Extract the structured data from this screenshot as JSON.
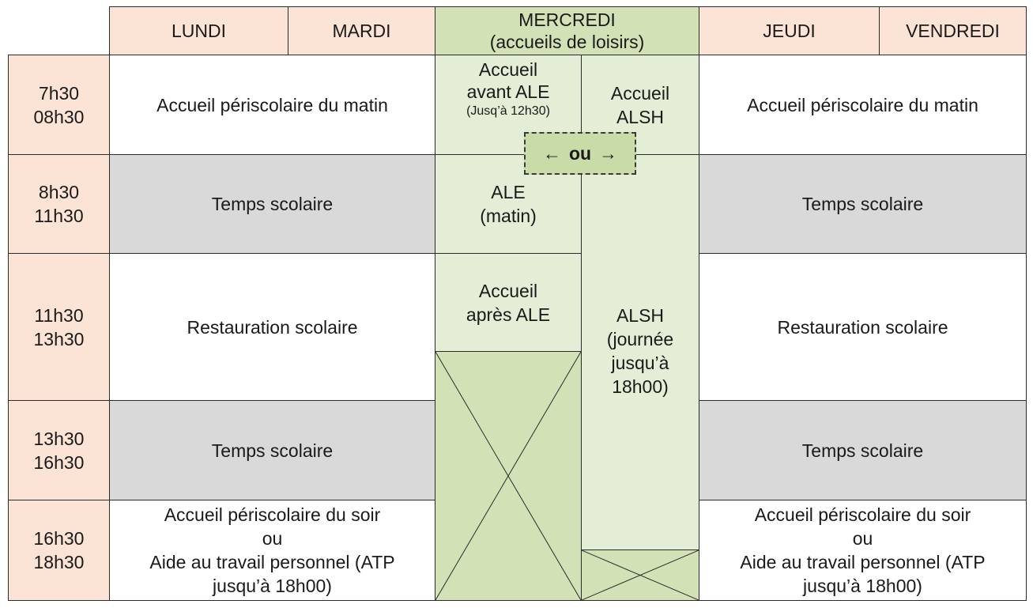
{
  "headers": {
    "lundi": "LUNDI",
    "mardi": "MARDI",
    "mercredi": "MERCREDI",
    "mercredi_sub": "(accueils de loisirs)",
    "jeudi": "JEUDI",
    "vendredi": "VENDREDI"
  },
  "times": [
    {
      "start": "7h30",
      "end": "08h30"
    },
    {
      "start": "8h30",
      "end": "11h30"
    },
    {
      "start": "11h30",
      "end": "13h30"
    },
    {
      "start": "13h30",
      "end": "16h30"
    },
    {
      "start": "16h30",
      "end": "18h30"
    }
  ],
  "left": {
    "row1": "Accueil périscolaire du matin",
    "row2": "Temps scolaire",
    "row3": "Restauration scolaire",
    "row4": "Temps scolaire",
    "row5": [
      "Accueil périscolaire du soir",
      "ou",
      "Aide au travail personnel (ATP",
      "jusqu’à 18h00)"
    ]
  },
  "right": {
    "row1": "Accueil périscolaire du matin",
    "row2": "Temps scolaire",
    "row3": "Restauration scolaire",
    "row4": "Temps scolaire",
    "row5": [
      "Accueil périscolaire du soir",
      "ou",
      "Aide au travail personnel (ATP",
      "jusqu’à 18h00)"
    ]
  },
  "mercredi": {
    "accueil_avant": [
      "Accueil",
      "avant ALE"
    ],
    "accueil_avant_note": "(Jusq’à 12h30)",
    "accueil_alsh": [
      "Accueil",
      "ALSH"
    ],
    "ou_label": "ou",
    "arrow_left": "←",
    "arrow_right": "→",
    "ale_matin": [
      "ALE",
      "(matin)"
    ],
    "accueil_apres": [
      "Accueil",
      "après ALE"
    ],
    "alsh": [
      "ALSH",
      "(journée",
      "jusqu’à",
      "18h00)"
    ]
  },
  "colors": {
    "header_peach": "#fbe3d5",
    "school_grey": "#d9d9d9",
    "wednesday_light_green": "#e4edd6",
    "wednesday_green": "#d2e2b6"
  }
}
